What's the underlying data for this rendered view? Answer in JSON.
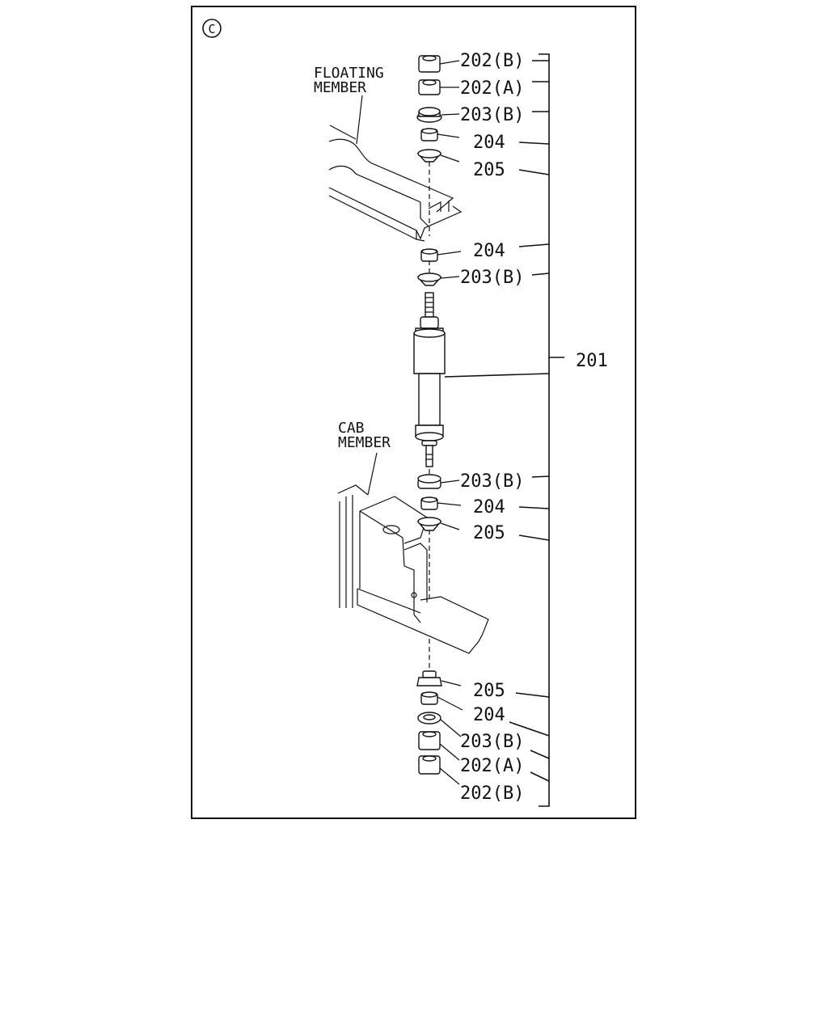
{
  "diagram": {
    "section_mark": "C",
    "member_labels": {
      "floating": [
        "FLOATING",
        "MEMBER"
      ],
      "cab": [
        "CAB",
        "MEMBER"
      ]
    },
    "assembly_label": "201",
    "callouts": [
      "202(B)",
      "202(A)",
      "203(B)",
      "204",
      "205",
      "204",
      "203(B)",
      "203(B)",
      "204",
      "205",
      "205",
      "204",
      "203(B)",
      "202(A)",
      "202(B)"
    ]
  }
}
